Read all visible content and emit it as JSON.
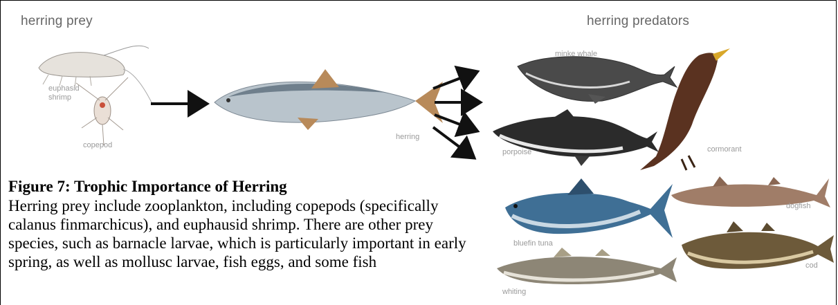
{
  "headings": {
    "prey": "herring prey",
    "predators": "herring predators"
  },
  "labels": {
    "euphasid": "euphasid\nshrimp",
    "copepod": "copepod",
    "herring": "herring",
    "minke": "minke whale",
    "porpoise": "porpoise",
    "cormorant": "cormorant",
    "tuna": "bluefin tuna",
    "dogfish": "dogfish",
    "whiting": "whiting",
    "cod": "cod"
  },
  "caption": {
    "title": "Figure 7: Trophic Importance of Herring",
    "text": "Herring prey include zooplankton, including copepods (specifically calanus finmarchicus), and euphausid shrimp. There are other prey species, such as barnacle larvae, which is particularly important in early spring, as well as mollusc larvae, fish eggs, and some fish"
  },
  "colors": {
    "arrow": "#111111",
    "herring_body": "#b9c4cc",
    "herring_back": "#6f7f8c",
    "fin": "#b88a5a",
    "whale": "#4a4a4a",
    "porpoise": "#2b2b2b",
    "cormorant": "#5a3220",
    "tuna": "#3f6f95",
    "dogfish": "#a07d68",
    "whiting": "#8d8676",
    "cod": "#6d5a3a"
  },
  "icons": [
    "shrimp-icon",
    "copepod-icon",
    "herring-icon",
    "minke-whale-icon",
    "porpoise-icon",
    "cormorant-icon",
    "bluefin-tuna-icon",
    "dogfish-icon",
    "whiting-icon",
    "cod-icon"
  ]
}
